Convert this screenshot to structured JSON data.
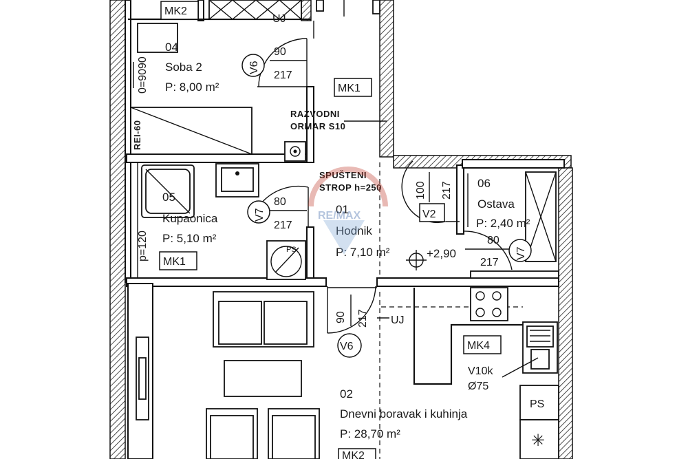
{
  "rooms": {
    "soba2": {
      "num": "04",
      "name": "Soba 2",
      "area": "P: 8,00 m²"
    },
    "kupaonica": {
      "num": "05",
      "name": "Kupaonica",
      "area": "P: 5,10 m²"
    },
    "hodnik": {
      "num": "01",
      "name": "Hodnik",
      "area": "P: 7,10 m²"
    },
    "ostava": {
      "num": "06",
      "name": "Ostava",
      "area": "P: 2,40 m²"
    },
    "dnevni": {
      "num": "02",
      "name": "Dnevni boravak i kuhinja",
      "area": "P: 28,70 m²"
    }
  },
  "notes": {
    "razvodni_1": "RAZVODNI",
    "razvodni_2": "ORMAR S10",
    "spusteni_1": "SPUŠTENI",
    "spusteni_2": "STROP h=250",
    "level": "+2,90",
    "vent_1": "V10k",
    "vent_2": "Ø75",
    "rei": "REI-60",
    "uj_top": "UJ",
    "uj_bottom": "UJ",
    "ps_small": "PS",
    "ps_panel": "PS",
    "star": "✳"
  },
  "tags": {
    "mk2_top": "MK2",
    "mk1_hall": "MK1",
    "mk1_bath": "MK1",
    "mk4": "MK4",
    "mk2_bottom": "MK2"
  },
  "doors": {
    "v6_top": {
      "type": "V6",
      "w": "90",
      "h": "217"
    },
    "v7_bath": {
      "type": "V7",
      "w": "80",
      "h": "217"
    },
    "v2": {
      "type": "V2",
      "w": "100",
      "h": "217"
    },
    "v7_ostava": {
      "type": "V7",
      "w": "80",
      "h": "217"
    },
    "v6_bottom": {
      "type": "V6",
      "w": "90",
      "h": "217"
    }
  },
  "windows": {
    "soba_w": "90",
    "soba_h": "0=90",
    "bath_w": "p=120"
  },
  "watermark": "RE/MAX"
}
